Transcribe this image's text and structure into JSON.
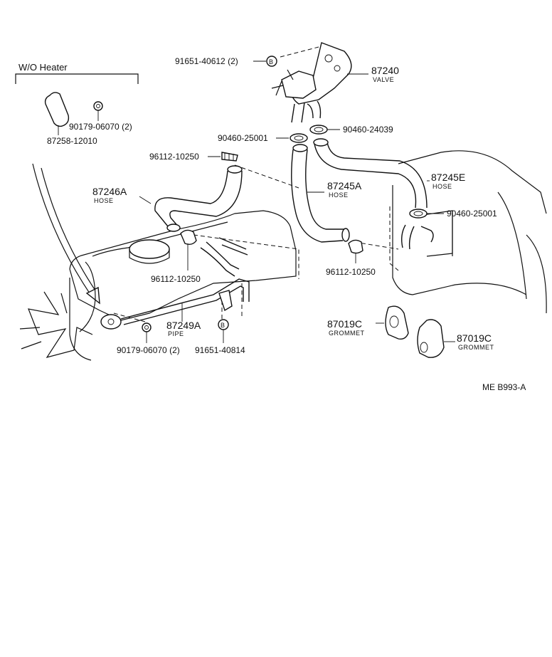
{
  "header": {
    "group_label": "W/O  Heater"
  },
  "labels": {
    "p_91651_40612": "91651-40612 (2)",
    "p_87240": "87240",
    "p_87240_sub": "VALVE",
    "p_90460_24039": "90460-24039",
    "p_90460_25001_top": "90460-25001",
    "p_96112_10250_top": "96112-10250",
    "p_87245A": "87245A",
    "p_87245A_sub": "HOSE",
    "p_87245E": "87245E",
    "p_87245E_sub": "HOSE",
    "p_87246A": "87246A",
    "p_87246A_sub": "HOSE",
    "p_90460_25001_right": "90460-25001",
    "p_96112_10250_mid": "96112-10250",
    "p_96112_10250_right": "96112-10250",
    "p_87249A": "87249A",
    "p_87249A_sub": "PIPE",
    "p_87019C_left": "87019C",
    "p_87019C_left_sub": "GROMMET",
    "p_87019C_right": "87019C",
    "p_87019C_right_sub": "GROMMET",
    "p_90179_06070_bottom": "90179-06070 (2)",
    "p_91651_40814": "91651-40814",
    "p_90179_06070_top": "90179-06070 (2)",
    "p_87258_12010": "87258-12010",
    "bolt_marker": "B"
  },
  "footer": {
    "ref_code": "ME  B993-A"
  }
}
